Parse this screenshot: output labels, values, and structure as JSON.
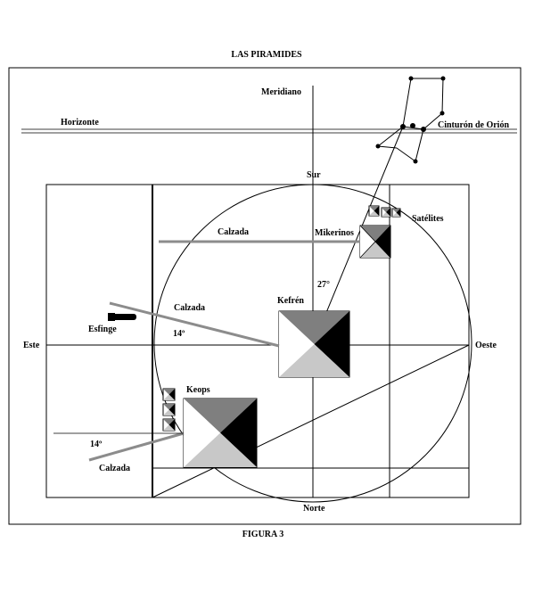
{
  "figure": {
    "title": "LAS PIRAMIDES",
    "caption": "FIGURA 3"
  },
  "labels": {
    "meridiano": "Meridiano",
    "horizonte": "Horizonte",
    "cinturon": "Cinturón de Orión",
    "sur": "Sur",
    "norte": "Norte",
    "este": "Este",
    "oeste": "Oeste",
    "satelites": "Satélites",
    "mikerinos": "Mikerinos",
    "kefren": "Kefrén",
    "keops": "Keops",
    "esfinge": "Esfinge",
    "calzada_top": "Calzada",
    "calzada_mid": "Calzada",
    "calzada_bottom": "Calzada",
    "angle_27": "27°",
    "angle_14_mid": "14º",
    "angle_14_bottom": "14º"
  },
  "colors": {
    "ink": "#000000",
    "dark_gray": "#7f7f7f",
    "light_gray": "#c8c8c8",
    "causeway_gray": "#8c8c8c"
  }
}
